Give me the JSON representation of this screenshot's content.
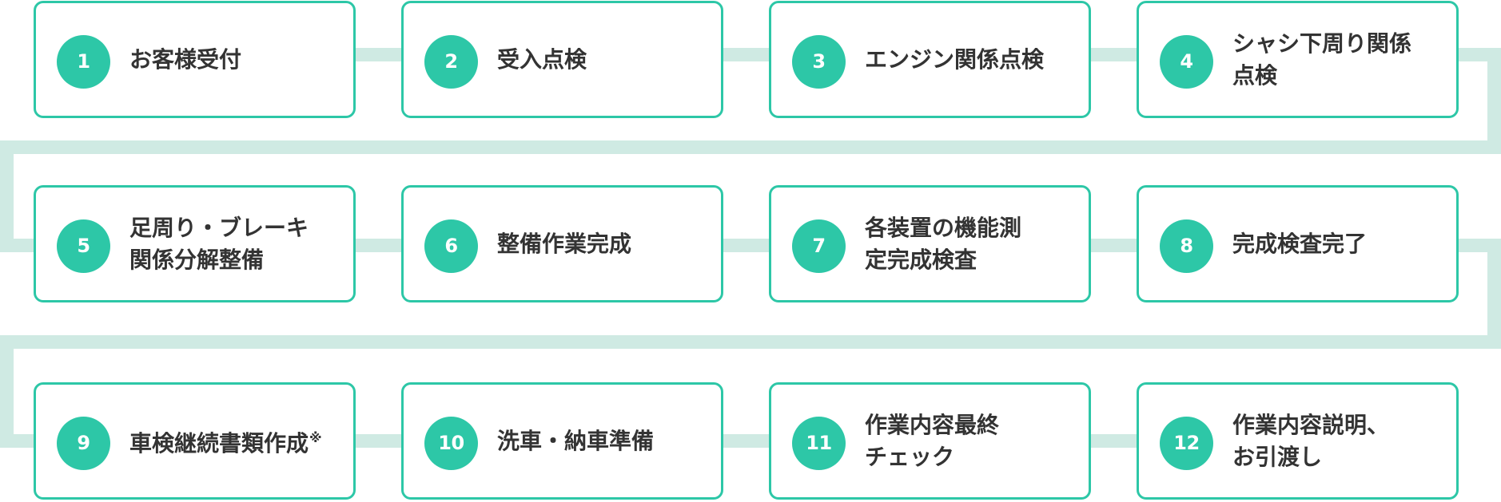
{
  "colors": {
    "accent": "#2dc7a7",
    "connector": "#cfeae3",
    "text": "#333333",
    "background": "#ffffff"
  },
  "steps": [
    {
      "number": "1",
      "lines": [
        "お客様受付"
      ]
    },
    {
      "number": "2",
      "lines": [
        "受入点検"
      ]
    },
    {
      "number": "3",
      "lines": [
        "エンジン関係点検"
      ]
    },
    {
      "number": "4",
      "lines": [
        "シャシ下周り関係",
        "点検"
      ]
    },
    {
      "number": "5",
      "lines": [
        "足周り・ブレーキ",
        "関係分解整備"
      ]
    },
    {
      "number": "6",
      "lines": [
        "整備作業完成"
      ]
    },
    {
      "number": "7",
      "lines": [
        "各装置の機能測",
        "定完成検査"
      ]
    },
    {
      "number": "8",
      "lines": [
        "完成検査完了"
      ]
    },
    {
      "number": "9",
      "lines": [
        "車検継続書類作成"
      ],
      "note": "※"
    },
    {
      "number": "10",
      "lines": [
        "洗車・納車準備"
      ]
    },
    {
      "number": "11",
      "lines": [
        "作業内容最終",
        "チェック"
      ]
    },
    {
      "number": "12",
      "lines": [
        "作業内容説明、",
        "お引渡し"
      ]
    }
  ]
}
